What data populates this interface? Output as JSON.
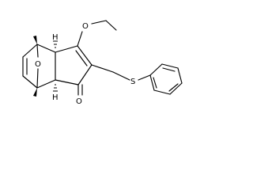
{
  "molecule": {
    "atoms": {
      "bridge_oxygen": "O",
      "ether_oxygen": "O",
      "carbonyl_oxygen": "O",
      "sulfur": "S",
      "h_top": "H",
      "h_bottom": "H"
    }
  }
}
